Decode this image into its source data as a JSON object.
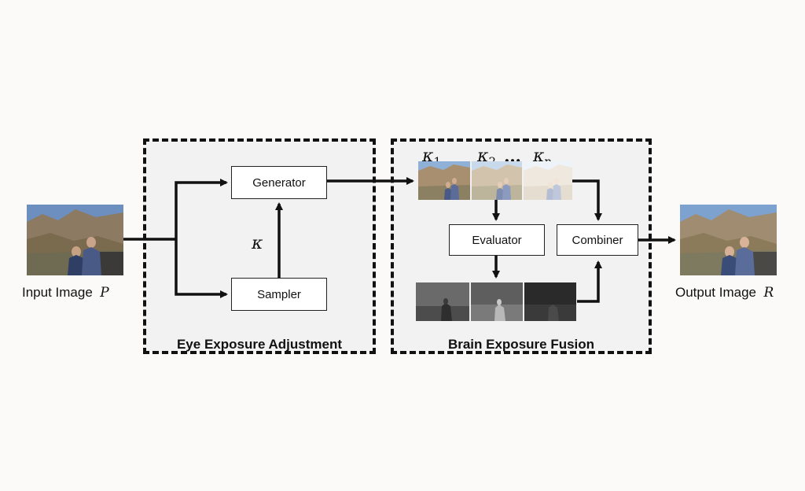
{
  "input": {
    "caption": "Input Image",
    "symbol": "P"
  },
  "output": {
    "caption": "Output Image",
    "symbol": "R"
  },
  "eye_group": {
    "title": "Eye Exposure Adjustment",
    "generator_label": "Generator",
    "sampler_label": "Sampler",
    "kappa_symbol": "κ"
  },
  "brain_group": {
    "title": "Brain Exposure Fusion",
    "evaluator_label": "Evaluator",
    "combiner_label": "Combiner",
    "kappa_labels": {
      "k1": "κ",
      "k1_sub": "1",
      "k2": "κ",
      "k2_sub": "2",
      "ellipsis": "…",
      "kn": "κ",
      "kn_sub": "n"
    }
  },
  "colors": {
    "box_fill": "#f2f2f2",
    "border": "#111111",
    "arrow": "#111111"
  }
}
